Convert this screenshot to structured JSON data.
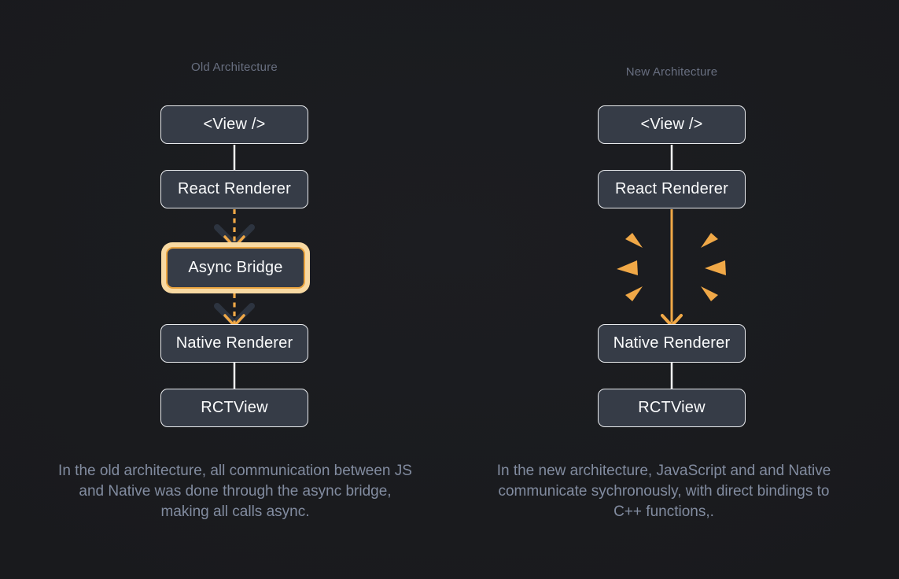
{
  "colors": {
    "background": "#1a1b1e",
    "box_fill": "#363c47",
    "box_border": "#e9ebee",
    "box_text": "#fafbfc",
    "accent": "#f0a847",
    "highlight_glow": "#f8d9a2",
    "highlight_border": "#e9a33f",
    "connector_white": "#f5f6f7",
    "dark_chevron": "#2d3440",
    "title_text": "#686f80",
    "caption_text": "#828ca0"
  },
  "old": {
    "title": "Old Architecture",
    "node_view": "<View />",
    "node_react_renderer": "React Renderer",
    "node_async_bridge": "Async Bridge",
    "node_native_renderer": "Native Renderer",
    "node_rctview": "RCTView",
    "caption": "In the old architecture, all communication between JS and Native was done through the async bridge, making all calls async."
  },
  "new": {
    "title": "New Architecture",
    "node_view": "<View />",
    "node_react_renderer": "React Renderer",
    "node_native_renderer": "Native Renderer",
    "node_rctview": "RCTView",
    "caption": "In the new architecture, JavaScript and and Native communicate sychronously, with direct bindings to C++ functions,."
  }
}
